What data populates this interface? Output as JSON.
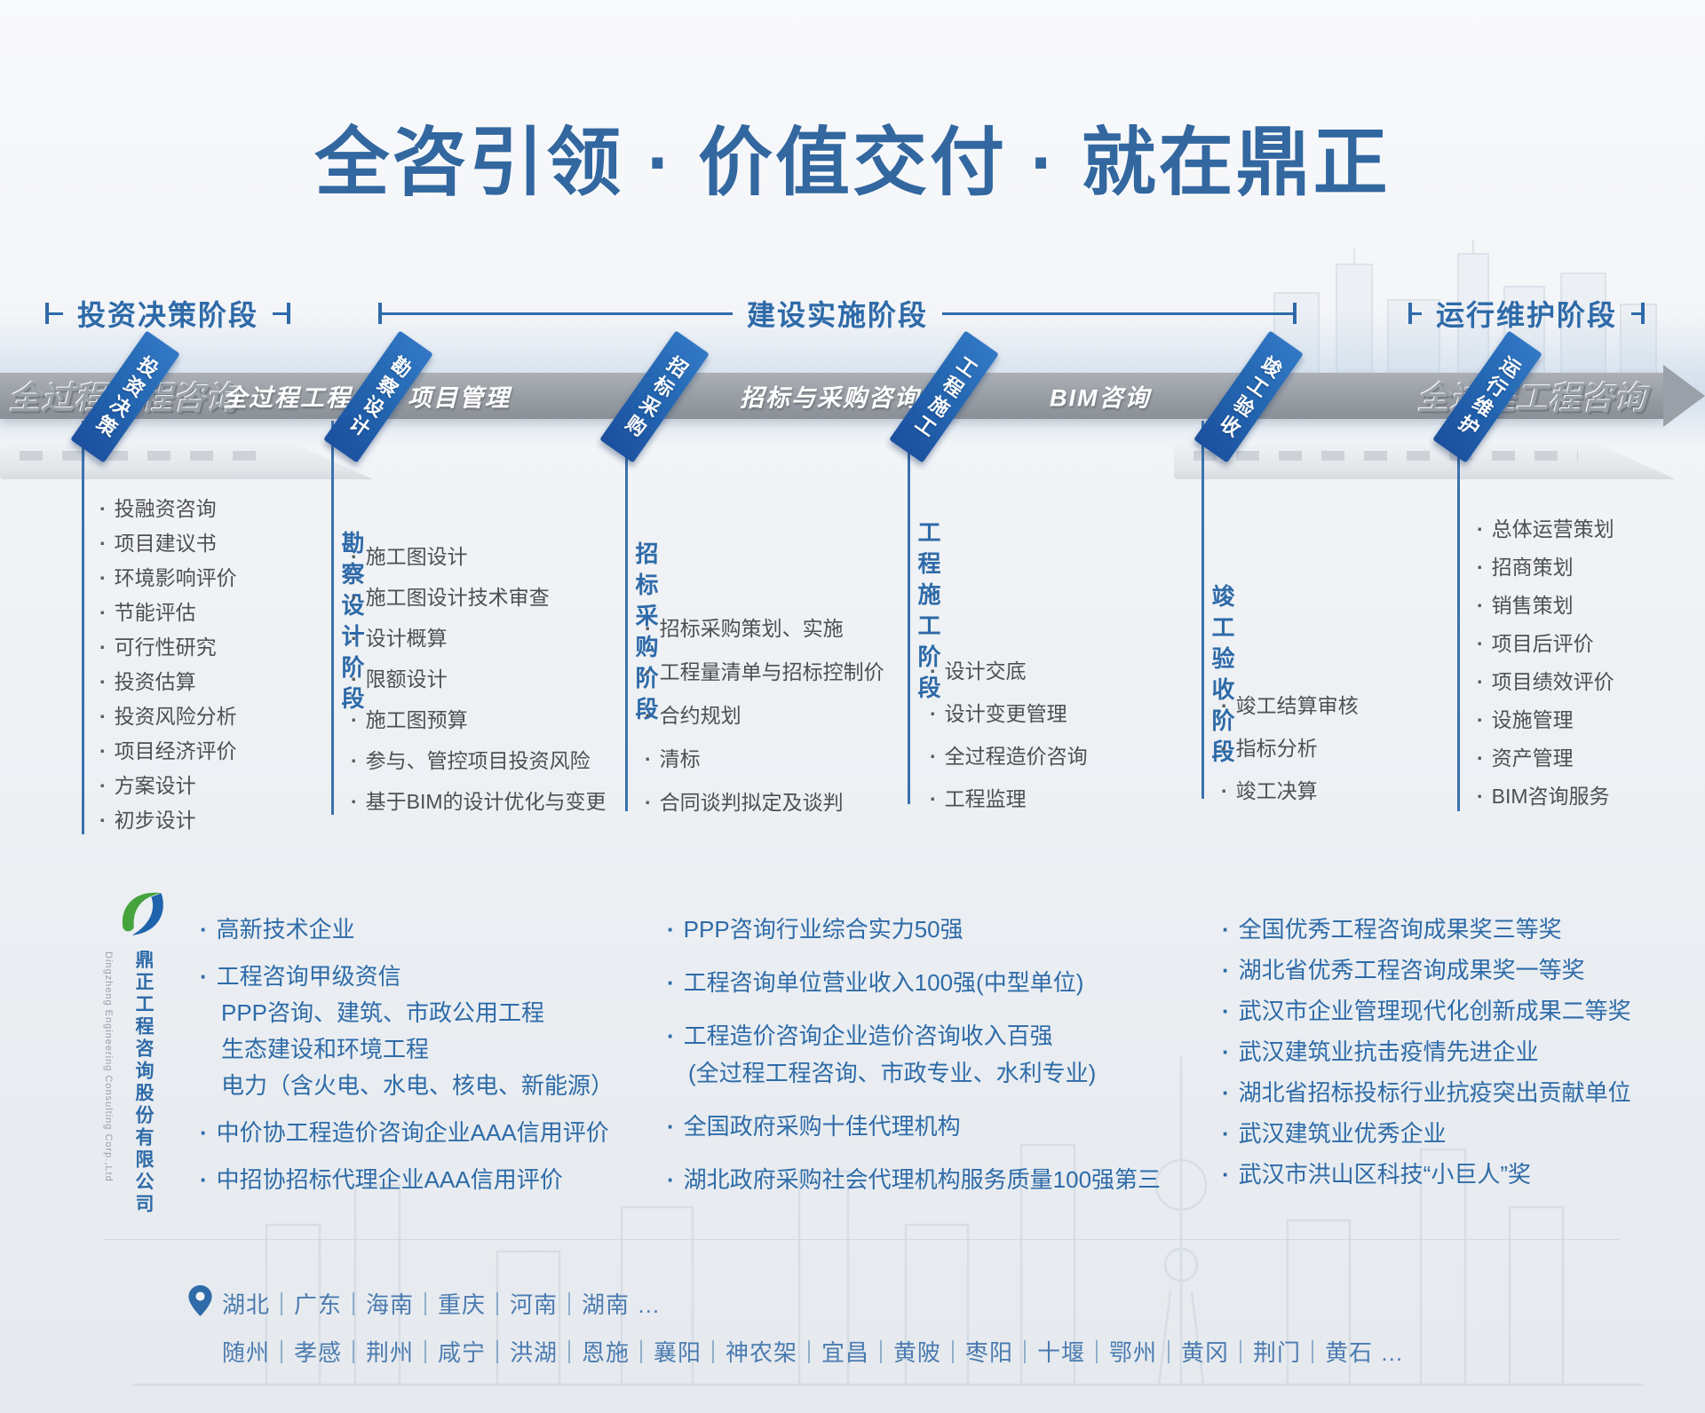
{
  "title": "全咨引领 · 价值交付 · 就在鼎正",
  "phases": {
    "p1": "投资决策阶段",
    "p2": "建设实施阶段",
    "p3": "运行维护阶段"
  },
  "banner": {
    "emboss_left": "全过程工程咨询",
    "emboss_right": "全过程工程咨询",
    "seg1": "全过程工程",
    "seg2": "项目管理",
    "seg3": "招标与采购咨询",
    "seg4": "BIM咨询",
    "ribbons": [
      "投资决策",
      "勘察设计",
      "招标采购",
      "工程施工",
      "竣工验收",
      "运行维护"
    ]
  },
  "stages": {
    "s2": "勘察设计阶段",
    "s3": "招标采购阶段",
    "s4": "工程施工阶段",
    "s5": "竣工验收阶段"
  },
  "lists": {
    "c1": [
      "投融资咨询",
      "项目建议书",
      "环境影响评价",
      "节能评估",
      "可行性研究",
      "投资估算",
      "投资风险分析",
      "项目经济评价",
      "方案设计",
      "初步设计"
    ],
    "c2": [
      "施工图设计",
      "施工图设计技术审查",
      "设计概算",
      "限额设计",
      "施工图预算",
      "参与、管控项目投资风险",
      "基于BIM的设计优化与变更"
    ],
    "c3": [
      "招标采购策划、实施",
      "工程量清单与招标控制价",
      "合约规划",
      "清标",
      "合同谈判拟定及谈判"
    ],
    "c4": [
      "设计交底",
      "设计变更管理",
      "全过程造价咨询",
      "工程监理"
    ],
    "c5": [
      "竣工结算审核",
      "指标分析",
      "竣工决算"
    ],
    "c6": [
      "总体运营策划",
      "招商策划",
      "销售策划",
      "项目后评价",
      "项目绩效评价",
      "设施管理",
      "资产管理",
      "BIM咨询服务"
    ]
  },
  "company": {
    "name_cn": "鼎正工程咨询股份有限公司",
    "name_en": "Dingzheng Engineering Consulting Corp.,Ltd"
  },
  "honors": {
    "col1": [
      "高新技术企业",
      "工程咨询甲级资信",
      "PPP咨询、建筑、市政公用工程",
      "生态建设和环境工程",
      "电力（含火电、水电、核电、新能源）",
      "中价协工程造价咨询企业AAA信用评价",
      "中招协招标代理企业AAA信用评价"
    ],
    "col2": [
      "PPP咨询行业综合实力50强",
      "工程咨询单位营业收入100强(中型单位)",
      "工程造价咨询企业造价咨询收入百强",
      "(全过程工程咨询、市政专业、水利专业)",
      "全国政府采购十佳代理机构",
      "湖北政府采购社会代理机构服务质量100强第三"
    ],
    "col3": [
      "全国优秀工程咨询成果奖三等奖",
      "湖北省优秀工程咨询成果奖一等奖",
      "武汉市企业管理现代化创新成果二等奖",
      "武汉建筑业抗击疫情先进企业",
      "湖北省招标投标行业抗疫突出贡献单位",
      "武汉建筑业优秀企业",
      "武汉市洪山区科技“小巨人”奖"
    ]
  },
  "locations": {
    "line1": "湖北｜广东｜海南｜重庆｜河南｜湖南  …",
    "line2": "随州｜孝感｜荆州｜咸宁｜洪湖｜恩施｜襄阳｜神农架｜宜昌｜黄陂｜枣阳｜十堰｜鄂州｜黄冈｜荆门｜黄石  …"
  },
  "colors": {
    "primary_blue": "#2e6aa8",
    "title_blue": "#33679f",
    "band_gray": "#989da4",
    "ribbon_blue_dark": "#1b4f9e",
    "ribbon_blue_light": "#3379c6",
    "list_text_gray": "#4d4f52",
    "logo_green": "#45a33c",
    "logo_blue": "#1f63ad"
  }
}
